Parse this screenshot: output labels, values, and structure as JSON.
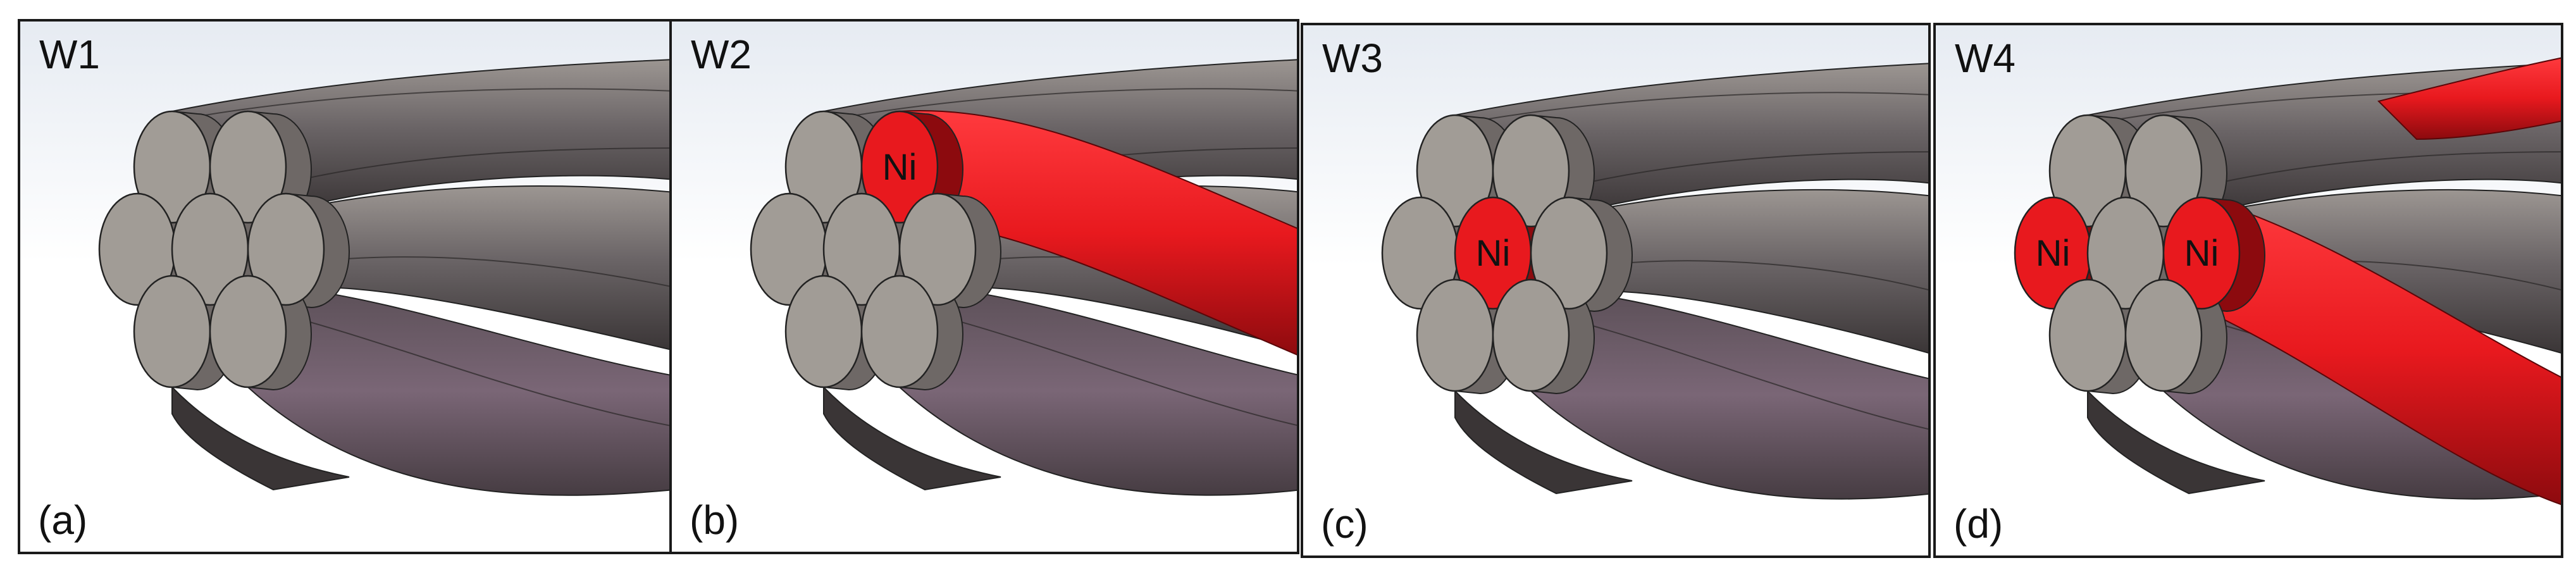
{
  "panels": [
    {
      "title": "W1",
      "label": "(a)",
      "ni_wires": []
    },
    {
      "title": "W2",
      "label": "(b)",
      "ni_wires": [
        "top-right"
      ]
    },
    {
      "title": "W3",
      "label": "(c)",
      "ni_wires": [
        "center"
      ]
    },
    {
      "title": "W4",
      "label": "(d)",
      "ni_wires": [
        "middle-left",
        "middle-right"
      ]
    }
  ],
  "ni_label": "Ni",
  "colors": {
    "steel_face": "#a19c96",
    "steel_body": "#6a6466",
    "steel_dark": "#3a3536",
    "purple_tint": "#7a6676",
    "nickel": "#e8191e",
    "nickel_dark": "#8c0a0e",
    "background_top": "#e6ebf2",
    "background_bottom": "#ffffff",
    "frame": "#1a1a1a"
  }
}
